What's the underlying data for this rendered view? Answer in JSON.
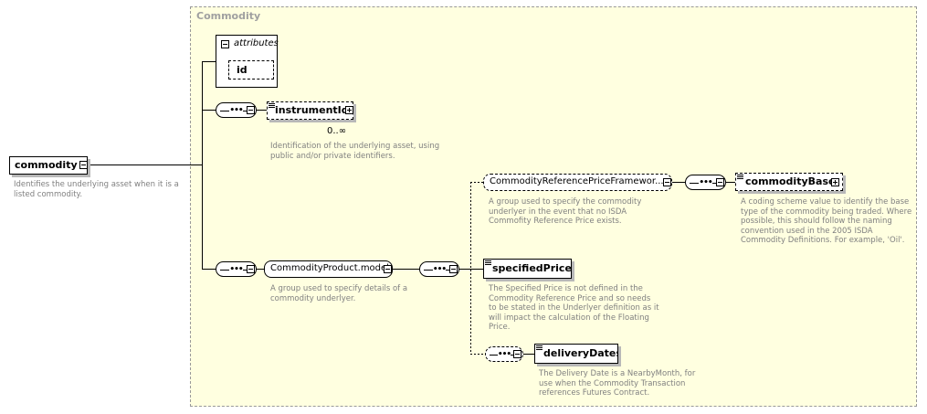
{
  "type_frame": {
    "title": "Commodity"
  },
  "root": {
    "name": "commodity",
    "desc": [
      "Identifies the underlying asset when it is a",
      "listed commodity."
    ]
  },
  "attributes": {
    "label": "attributes",
    "items": [
      "id"
    ]
  },
  "instrumentId": {
    "name": "instrumentId",
    "cardinality": "0..∞",
    "desc": [
      "Identification of the underlying asset, using",
      "public and/or private identifiers."
    ]
  },
  "commodityProduct": {
    "name": "CommodityProduct.model",
    "desc": [
      "A group used to specify details of a",
      "commodity underlyer."
    ]
  },
  "referencePriceFramework": {
    "name": "CommodityReferencePriceFramewor...",
    "desc": [
      "A group used to specify the commodity",
      "underlyer in the event that no ISDA",
      "Commofity Reference Price exists."
    ]
  },
  "commodityBase": {
    "name": "commodityBase",
    "desc": [
      "A coding scheme value to identify the base",
      "type of the commodity being traded. Where",
      "possible, this should follow the naming",
      "convention used in the 2005 ISDA",
      "Commodity Definitions. For example, 'Oil'."
    ]
  },
  "specifiedPrice": {
    "name": "specifiedPrice",
    "desc": [
      "The Specified Price is not defined in the",
      "Commodity Reference Price and so needs",
      "to be stated in the Underlyer definition as it",
      "will impact the calculation of the Floating",
      "Price."
    ]
  },
  "deliveryDates": {
    "name": "deliveryDates",
    "desc": [
      "The Delivery Date is a NearbyMonth, for",
      "use when the Commodity Transaction",
      "references Futures Contract."
    ]
  },
  "colors": {
    "frame_bg": "#ffffe0",
    "desc_text": "#808080",
    "line": "#000000"
  }
}
